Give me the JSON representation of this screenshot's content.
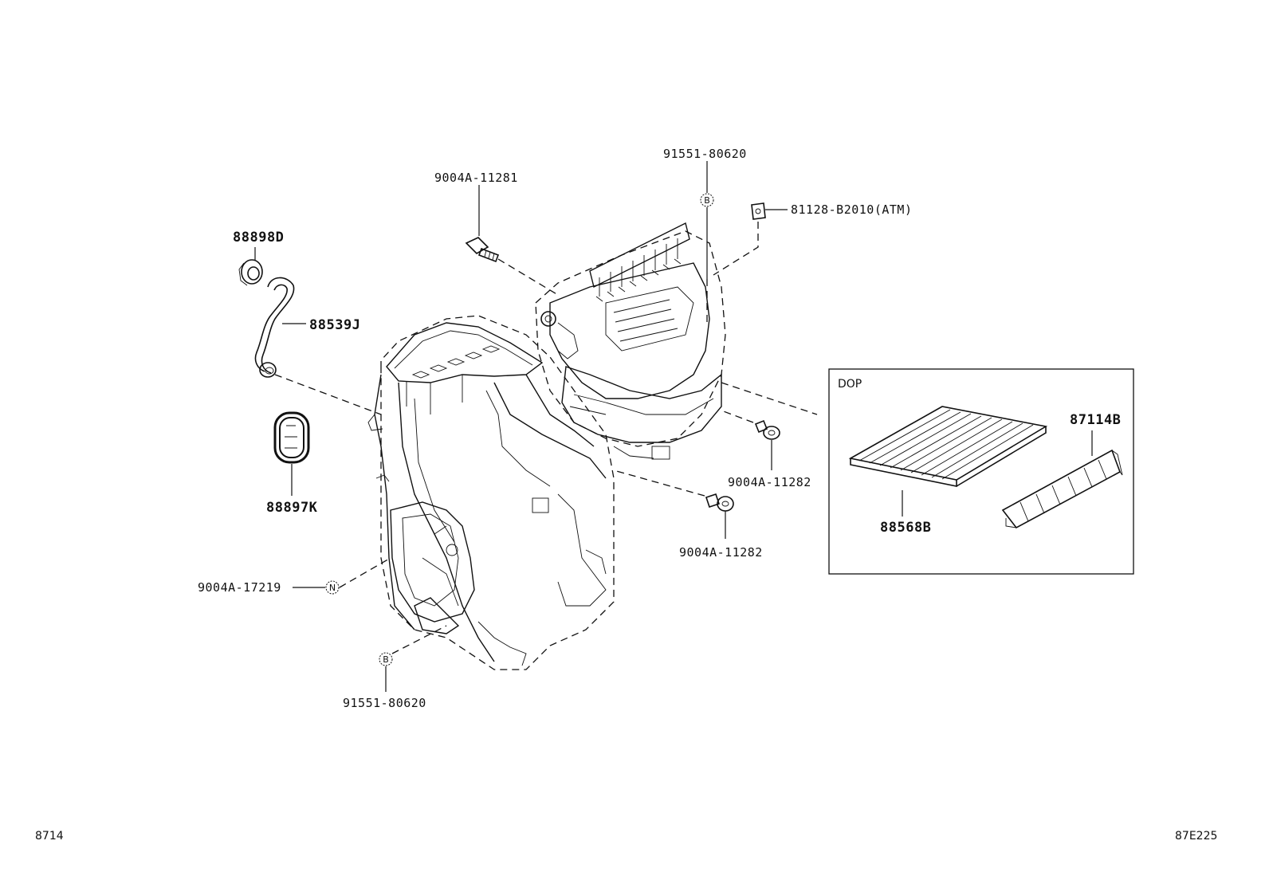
{
  "labels": {
    "p_88898D": "88898D",
    "p_88539J": "88539J",
    "p_88897K": "88897K",
    "p_9004A_17219": "9004A-17219",
    "p_91551_80620_bottom": "91551-80620",
    "p_9004A_11281": "9004A-11281",
    "p_91551_80620_top": "91551-80620",
    "p_81128_B2010": "81128-B2010(ATM)",
    "p_9004A_11282_a": "9004A-11282",
    "p_9004A_11282_b": "9004A-11282",
    "p_87114B": "87114B",
    "p_88568B": "88568B",
    "dop_title": "DOP"
  },
  "symbols": {
    "b_top": "B",
    "b_bottom": "B",
    "n_left": "N"
  },
  "footer": {
    "left_code": "8714",
    "right_code": "87E225"
  }
}
